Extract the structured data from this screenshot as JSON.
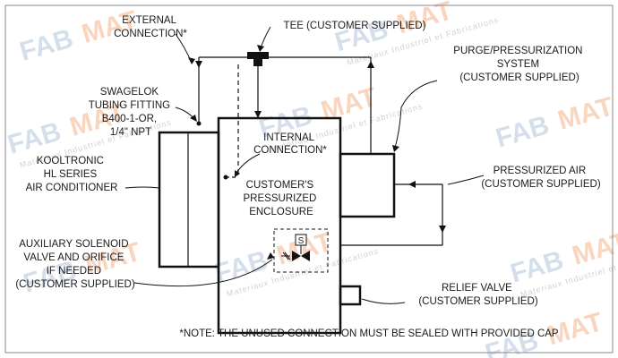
{
  "watermark": {
    "brand_a": "FAB",
    "brand_b": "MAT",
    "tagline": "Materiaux Industriel et Fabrications"
  },
  "labels": {
    "external_connection": [
      "EXTERNAL",
      "CONNECTION*"
    ],
    "tee": "TEE (CUSTOMER SUPPLIED)",
    "purge_system": [
      "PURGE/PRESSURIZATION",
      "SYSTEM",
      "(CUSTOMER SUPPLIED)"
    ],
    "swagelok": [
      "SWAGELOK",
      "TUBING FITTING",
      "B400-1-OR,",
      "1/4\" NPT"
    ],
    "internal_connection": [
      "INTERNAL",
      "CONNECTION*"
    ],
    "kooltronic": [
      "KOOLTRONIC",
      "HL SERIES",
      "AIR CONDITIONER"
    ],
    "pressurized_air": [
      "PRESSURIZED AIR",
      "(CUSTOMER SUPPLIED)"
    ],
    "enclosure": [
      "CUSTOMER'S",
      "PRESSURIZED",
      "ENCLOSURE"
    ],
    "solenoid": [
      "AUXILIARY SOLENOID",
      "VALVE AND ORIFICE",
      "IF NEEDED",
      "(CUSTOMER SUPPLIED)"
    ],
    "relief_valve": [
      "RELIEF VALVE",
      "(CUSTOMER SUPPLIED)"
    ],
    "solenoid_symbol": "S",
    "note": "*NOTE: THE UNUSED CONNECTION MUST BE SEALED WITH PROVIDED CAP"
  }
}
